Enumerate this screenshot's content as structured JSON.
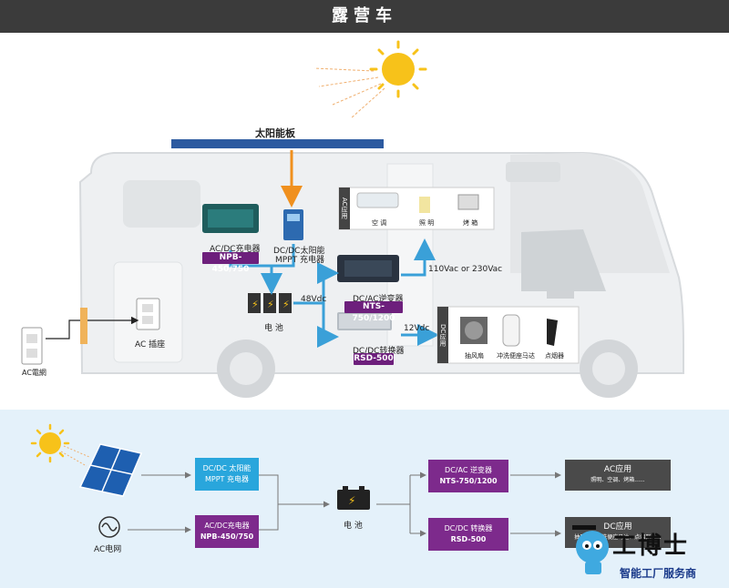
{
  "header": {
    "title": "露营车"
  },
  "top": {
    "solar_panel": "太阳能板",
    "ac_socket_ext": "AC電網",
    "ac_socket_int": "AC 插座",
    "charger_label": "AC/DC充电器",
    "charger_model": "NPB-450/750",
    "mppt_label_1": "DC/DC太阳能",
    "mppt_label_2": "MPPT 充电器",
    "battery": "电  池",
    "v48": "48Vdc",
    "v12": "12Vdc",
    "vac": "110Vac or 230Vac",
    "inverter_label": "DC/AC逆变器",
    "inverter_model": "NTS-750/1200",
    "converter_label": "DC/DC转换器",
    "converter_model": "RSD-500",
    "ac_panel_title": "AC应用",
    "ac_apps": [
      "空 调",
      "照 明",
      "烤 箱"
    ],
    "dc_panel_title": "DC应用",
    "dc_apps": [
      "抽风扇",
      "冲洗便座马达",
      "点烟器"
    ]
  },
  "bottom": {
    "ac_grid": "AC电网",
    "mppt_box": {
      "l1": "DC/DC 太阳能",
      "l2": "MPPT 充电器"
    },
    "charger_box": {
      "l1": "AC/DC充电器",
      "l2": "NPB-450/750"
    },
    "battery": "电 池",
    "inverter_box": {
      "l1": "DC/AC 逆变器",
      "l2": "NTS-750/1200"
    },
    "converter_box": {
      "l1": "DC/DC 转换器",
      "l2": "RSD-500"
    },
    "ac_app_box": {
      "l1": "AC应用",
      "l2": "照明、空调、烤箱......"
    },
    "dc_app_box": {
      "l1": "DC应用",
      "l2": "抽风扇、冲洗便座马达、点烟器......"
    }
  },
  "brand": {
    "name": "工博士",
    "tagline": "智能工厂服务商"
  },
  "colors": {
    "header": "#3b3b3b",
    "cyan": "#29a6dc",
    "purple": "#7d2a8c",
    "dark_box": "#4a4a4a",
    "arrow_blue": "#3aa0d8",
    "orange": "#f0901e",
    "sun": "#f7c21a",
    "bottom_bg": "#e4f1fa"
  }
}
